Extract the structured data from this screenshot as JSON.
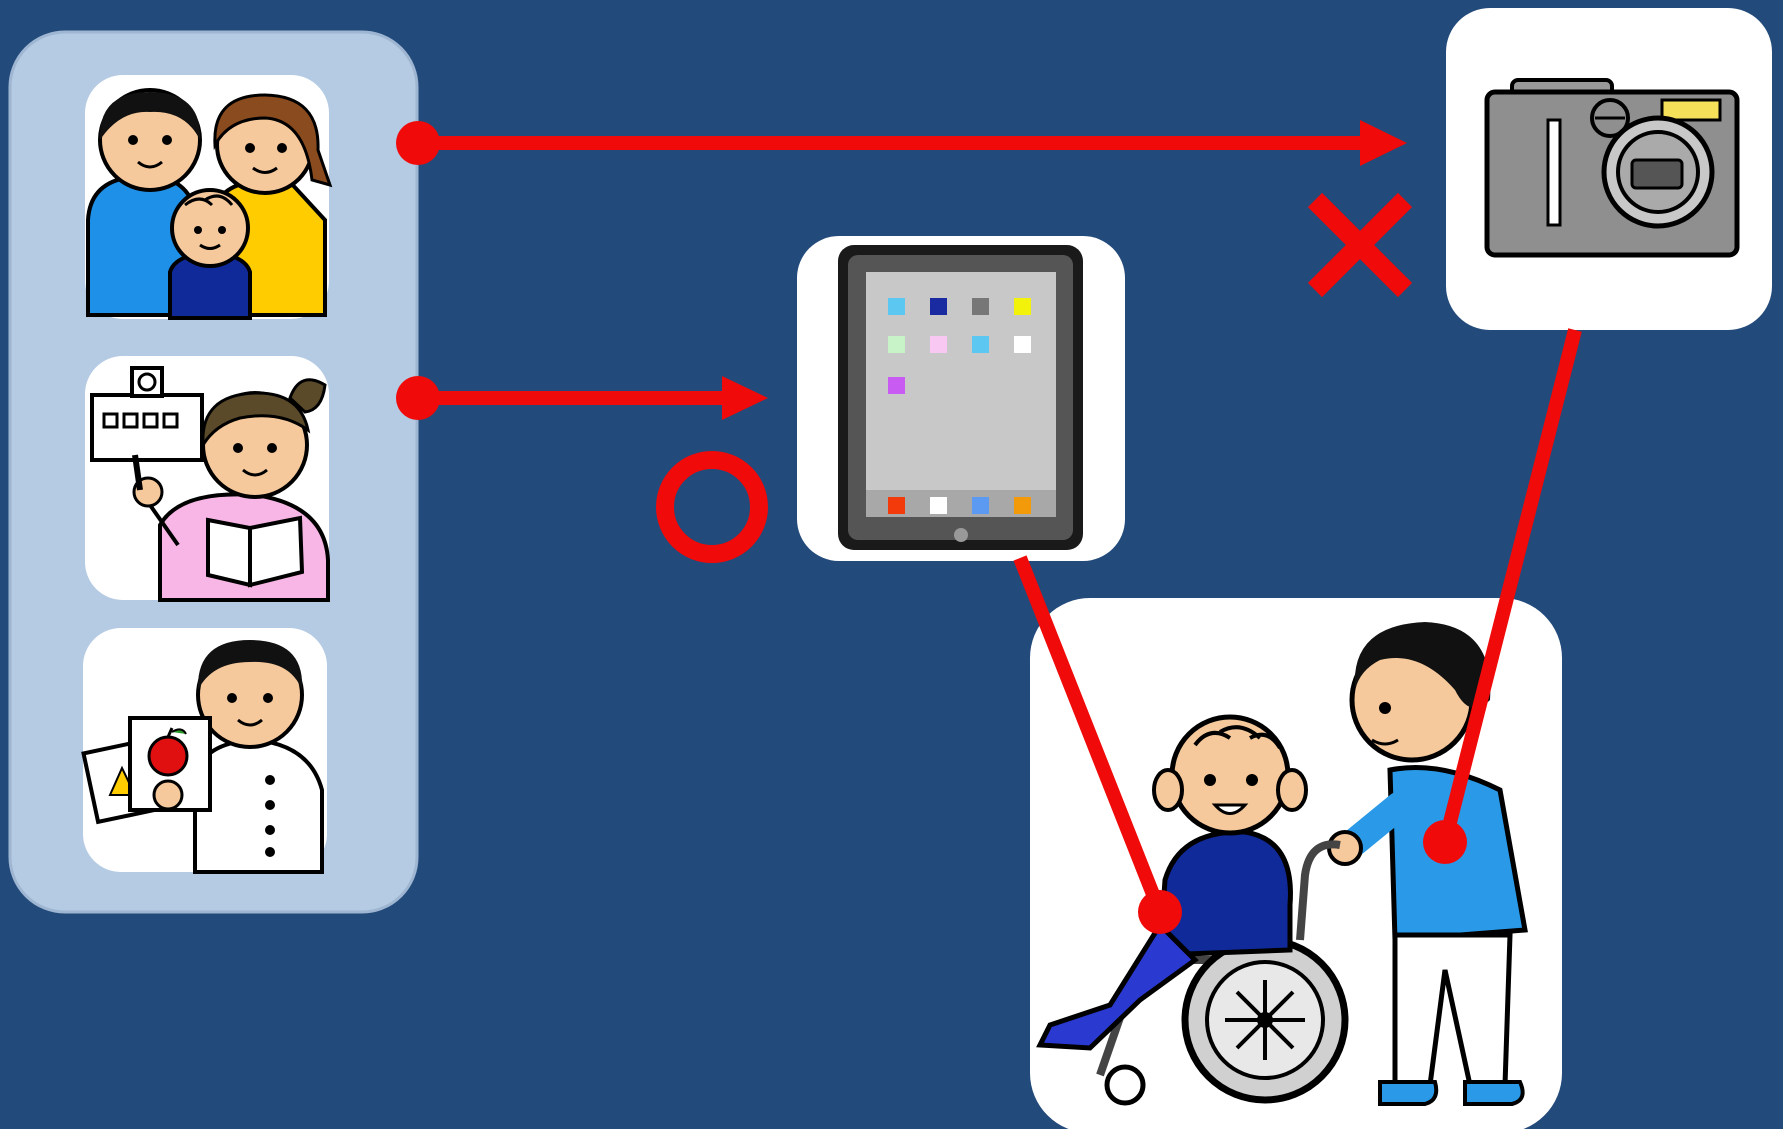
{
  "colors": {
    "background": "#224a7a",
    "panel": "#b5cbe3",
    "card": "#ffffff",
    "connector": "#f00a0a",
    "mark": "#f00a0a"
  },
  "left_panel": {
    "cards": [
      {
        "icon": "family-icon"
      },
      {
        "icon": "teacher-icon"
      },
      {
        "icon": "therapist-icon"
      }
    ]
  },
  "devices": {
    "tablet": {
      "icon": "tablet-icon",
      "verdict_icon": "circle-ok-icon"
    },
    "camera": {
      "icon": "camera-icon",
      "verdict_icon": "cross-ng-icon"
    }
  },
  "user_card": {
    "icon": "wheelchair-user-with-caregiver-icon"
  },
  "connectors": [
    {
      "from": "family",
      "to": "camera"
    },
    {
      "from": "teacher",
      "to": "tablet"
    },
    {
      "from": "tablet",
      "to": "wheelchair-user"
    },
    {
      "from": "camera",
      "to": "caregiver"
    }
  ]
}
